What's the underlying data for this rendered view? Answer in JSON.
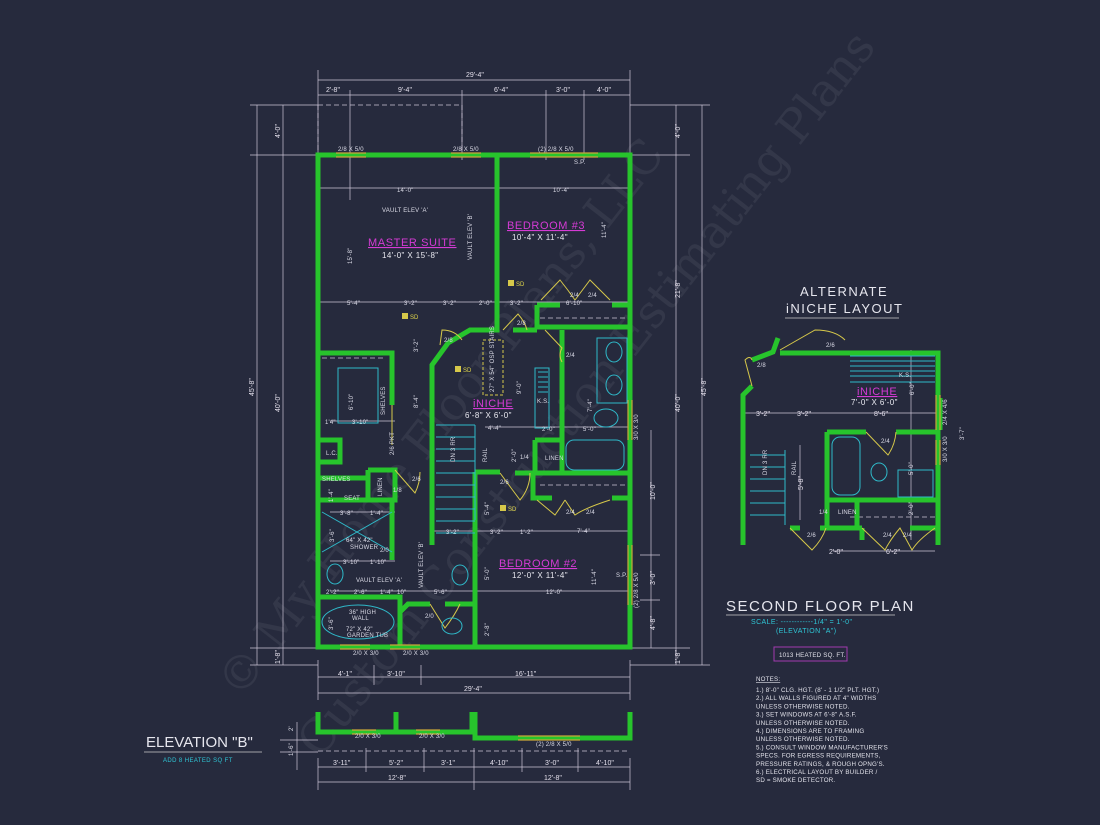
{
  "colors": {
    "background": "#262a3d",
    "walls": "#27c42c",
    "room_names": "#d53bd5",
    "fixtures": "#2fb9c9",
    "doors": "#d6c84a",
    "scale_text": "#2fc6d6",
    "heated_box": "#a13ab0"
  },
  "watermark": [
    "© My Home Floor Plans, LLC",
    "Custom Construction Estimating Plans"
  ],
  "title": {
    "plan": "SECOND FLOOR PLAN",
    "scale": "SCALE: ------------1/4\" = 1'-0\"",
    "elevation": "(ELEVATION \"A\")",
    "heated": "1013 HEATED SQ. FT."
  },
  "notes": {
    "heading": "NOTES:",
    "lines": [
      "1.) 8'-0\"  CLG. HGT. (8' - 1 1/2\" PLT. HGT.)",
      "2.) ALL  WALLS FIGURED AT 4\" WIDTHS",
      "     UNLESS OTHERWISE NOTED.",
      "3.) SET WINDOWS AT 6'-8\" A.S.F.",
      "     UNLESS OTHERWISE NOTED.",
      "4.) DIMENSIONS ARE TO FRAMING",
      "     UNLESS OTHERWISE NOTED.",
      "5.) CONSULT WINDOW MANUFACTURER'S",
      "     SPECS. FOR EGRESS REQUIREMENTS,",
      "     PRESSURE RATINGS, & ROUGH OPNG'S.",
      "6.) ELECTRICAL LAYOUT BY BUILDER /",
      "     SD = SMOKE DETECTOR."
    ]
  },
  "rooms": {
    "master": {
      "name": "MASTER SUITE",
      "size": "14'-0\" X 15'-8\""
    },
    "bed3": {
      "name": "BEDROOM #3",
      "size": "10'-4\" X 11'-4\""
    },
    "iniche": {
      "name": "iNICHE",
      "size": "6'-8\" X 6'-0\""
    },
    "bed2": {
      "name": "BEDROOM #2",
      "size": "12'-0\" X 11'-4\""
    }
  },
  "alternate": {
    "title1": "ALTERNATE",
    "title2": "iNICHE LAYOUT",
    "room": "iNICHE",
    "size": "7'-0\" X 6'-0\"",
    "labels": [
      "2/8",
      "2/6",
      "K.S.",
      "6'-0\"",
      "3'-2\"",
      "3'-2\"",
      "8'-6\"",
      "2/4 X 4/6",
      "3'-7\"",
      "2/4",
      "3/0 X 3/0",
      "5'-0\"",
      "RAIL",
      "DN 3 RR",
      "5'-8\"",
      "1/4",
      "LINEN",
      "2'-0\"",
      "2/6",
      "2/4",
      "2/4",
      "2'-0\"",
      "6'-2\""
    ]
  },
  "elevation_b": {
    "title": "ELEVATION \"B\"",
    "subtitle": "ADD 8 HEATED SQ FT",
    "labels": [
      "2/0 X 3/0",
      "2/0 X 3/0",
      "(2) 2/8 X 5/0",
      "3'-11\"",
      "5'-2\"",
      "3'-1\"",
      "4'-10\"",
      "3'-0\"",
      "4'-10\"",
      "12'-8\"",
      "12'-8\"",
      "1'-6\"",
      "2'"
    ]
  },
  "dims": {
    "top": [
      "29'-4\"",
      "2'-8\"",
      "9'-4\"",
      "6'-4\"",
      "3'-0\"",
      "4'-0\""
    ],
    "left": [
      "4'-0\"",
      "40'-0\"",
      "45'-8\"",
      "1'-8\""
    ],
    "right": [
      "4'-0\"",
      "21'-8\"",
      "40'-0\"",
      "45'-8\"",
      "10'-0\"",
      "3'-0\"",
      "4'-8\"",
      "1'-8\""
    ],
    "bottom": [
      "4'-1\"",
      "3'-10\"",
      "16'-11\"",
      "29'-4\""
    ]
  },
  "plan_labels": {
    "windows": [
      "2/8 X 5/0",
      "2/8 X 5/0",
      "(2) 2/8 X 5/0",
      "S.P.",
      "2/0 X 3/0",
      "2/0 X 3/0",
      "3/0 X 3/0",
      "S.P.",
      "(2) 2/8 X 5/0"
    ],
    "smoke": [
      "SD",
      "SD",
      "SD",
      "SD"
    ],
    "misc": [
      "14'-0\"",
      "10'-4\"",
      "VAULT ELEV 'A'",
      "VAULT ELEV 'B'",
      "15'-8\"",
      "11'-4\"",
      "5'-4\"",
      "3'-2\"",
      "3'-2\"",
      "2'-0\"",
      "3'-2\"",
      "6'-10\"",
      "2/4",
      "2/4",
      "2/8",
      "2/8",
      "2/4",
      "27\" X 54\" OSP STAIRS",
      "K.S.",
      "9'-0\"",
      "6'-10\"",
      "SHELVES",
      "3'-10\"",
      "1'4\"",
      "8'-4\"",
      "3'-2\"",
      "4'-4\"",
      "2'-0\"",
      "5'-0\"",
      "7'-4\"",
      "2'-0\"",
      "1/4",
      "LINEN",
      "RAIL",
      "DN 3 RR",
      "L.C.",
      "2/6 PKT",
      "SHELVES",
      "LINEN",
      "1/8",
      "2/6",
      "2/6",
      "2/4",
      "2/4",
      "7'-4\"",
      "5'-4\"",
      "SEAT",
      "1'-4\"",
      "3'-8\"",
      "1'-4\"",
      "3'-6\"",
      "64\" X 42\"",
      "SHOWER",
      "2/0",
      "3'-2\"",
      "3'-2\"",
      "1'-2\"",
      "3'-10\"",
      "1'-10\"",
      "VAULT ELEV 'A'",
      "VAULT ELEV 'B'",
      "2'-2\"",
      "2'-6\"",
      "1'-4\"",
      "10\"",
      "5'-6\"",
      "12'-0\"",
      "5'-0\"",
      "11'-4\"",
      "36\" HIGH",
      "WALL",
      "72\" X 42\"",
      "GARDEN TUB",
      "3'-6\"",
      "2/0",
      "2'-8\""
    ]
  }
}
